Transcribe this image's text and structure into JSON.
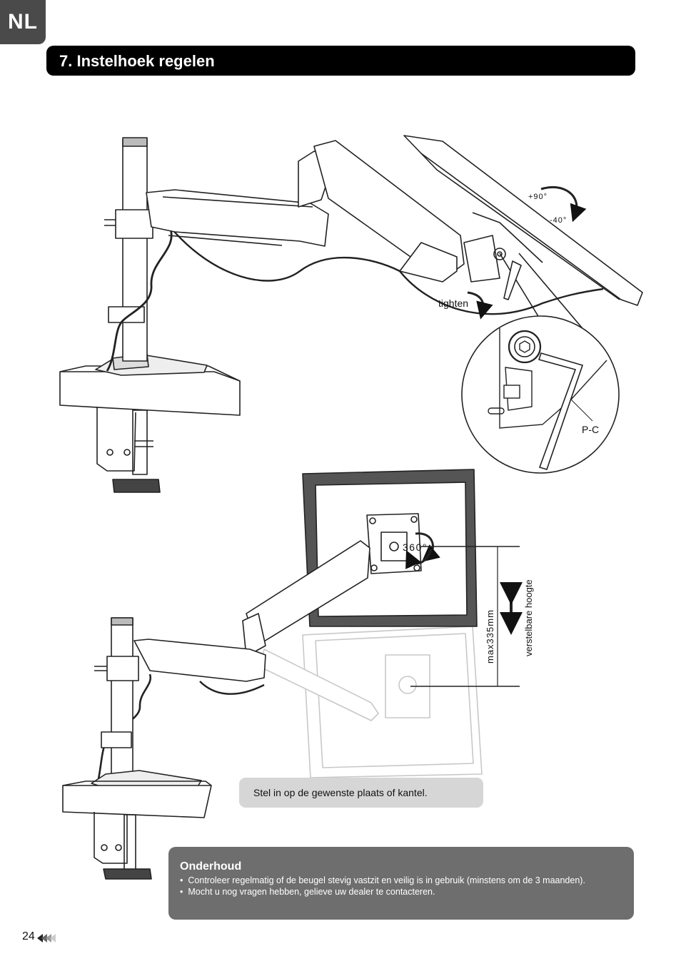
{
  "lang_tab": "NL",
  "section_title": "7. Instelhoek regelen",
  "labels": {
    "plus_angle": "+90°",
    "minus_angle": "-40°",
    "tighten": "tighten",
    "tool": "P-C",
    "rotation": "360°",
    "max_height": "max335mm",
    "adjustable_height": "verstelbare hoogte"
  },
  "caption": "Stel in op de gewenste plaats of kantel.",
  "maintenance": {
    "title": "Onderhoud",
    "items": [
      "Controleer regelmatig of de beugel stevig vastzit en veilig is in gebruik (minstens om de 3 maanden).",
      "Mocht u nog vragen hebben, gelieve uw dealer te contacteren."
    ]
  },
  "page_number": "24",
  "colors": {
    "tab": "#4a4a4a",
    "bar": "#000000",
    "caption_bg": "#d6d6d6",
    "maint_bg": "#6e6e6e"
  }
}
